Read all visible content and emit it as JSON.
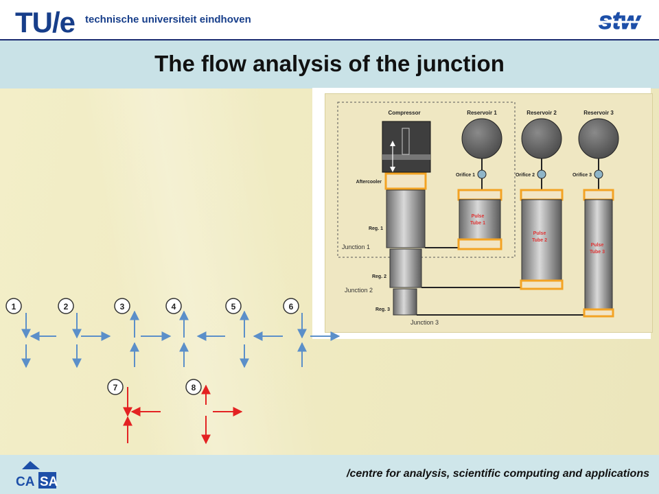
{
  "header": {
    "university_logo_text": "TU/e",
    "university_name": "technische universiteit eindhoven",
    "sponsor_logo_text": "stw"
  },
  "slide": {
    "title": "The flow analysis of the junction"
  },
  "schematic": {
    "components": {
      "compressor": "Compressor",
      "reservoir_1": "Reservoir 1",
      "reservoir_2": "Reservoir 2",
      "reservoir_3": "Reservoir 3",
      "orifice_1": "Orifice 1",
      "orifice_2": "Orifice 2",
      "orifice_3": "Orifice 3",
      "aftercooler": "Aftercooler",
      "reg_1": "Reg. 1",
      "reg_2": "Reg. 2",
      "reg_3": "Reg. 3",
      "junction_1": "Junction 1",
      "junction_2": "Junction 2",
      "junction_3": "Junction 3",
      "pulse_tube_1_a": "Pulse",
      "pulse_tube_1_b": "Tube 1",
      "pulse_tube_2_a": "Pulse",
      "pulse_tube_2_b": "Tube 2",
      "pulse_tube_3_a": "Pulse",
      "pulse_tube_3_b": "Tube 3"
    }
  },
  "flow_cases": {
    "blue_labels": [
      "1",
      "2",
      "3",
      "4",
      "5",
      "6"
    ],
    "red_labels": [
      "7",
      "8"
    ],
    "colors": {
      "blue": "#5b8fc9",
      "red": "#e32222"
    }
  },
  "footer": {
    "logo_text": "CASA",
    "tagline": "/centre for analysis, scientific computing and applications"
  }
}
